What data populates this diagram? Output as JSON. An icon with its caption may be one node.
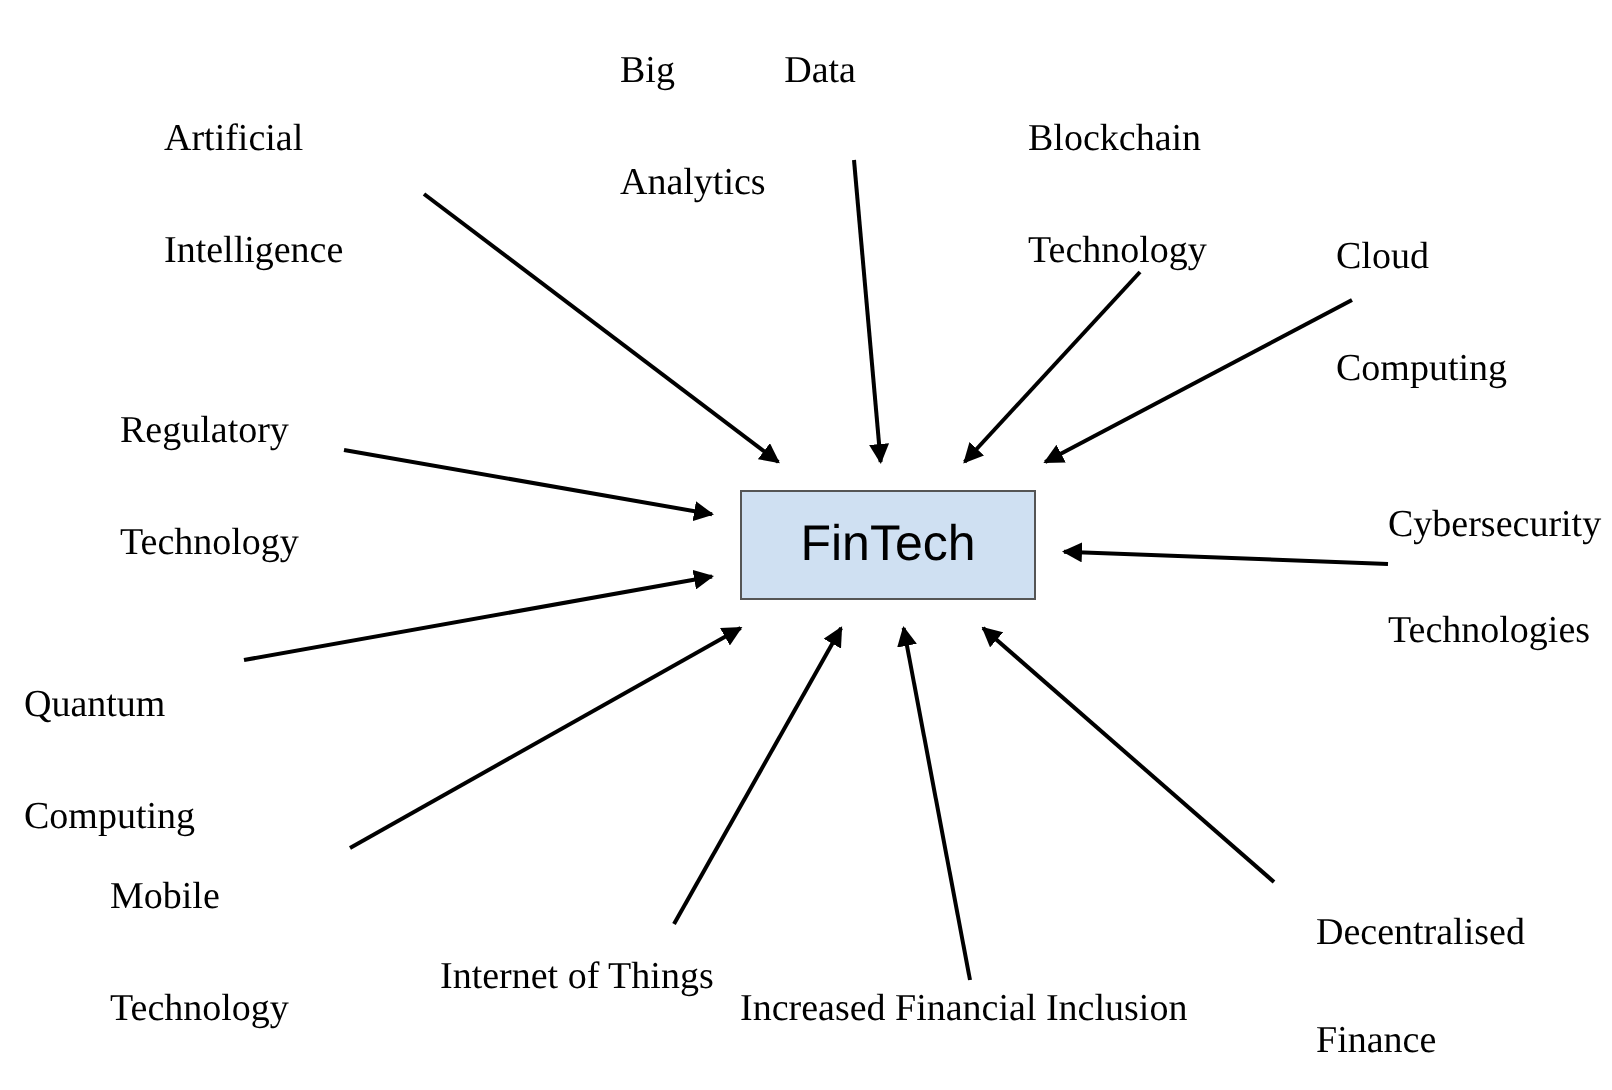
{
  "diagram": {
    "nodes": [
      {
        "text": [
          "FinTech"
        ]
      },
      {
        "text": [
          "Artificial Intelligence"
        ]
      },
      {
        "text": [
          "Big Data Analytics"
        ]
      },
      {
        "text": [
          "Blockchain Technology"
        ]
      },
      {
        "text": [
          "Cloud Computing"
        ]
      },
      {
        "text": [
          "Regulatory Technology"
        ]
      },
      {
        "text": [
          "Cybersecurity Technologies"
        ]
      },
      {
        "text": [
          "Quantum Computing"
        ]
      },
      {
        "text": [
          "Mobile Technology"
        ]
      },
      {
        "text": [
          "Internet of Things"
        ]
      },
      {
        "text": [
          "Increased Financial Inclusion"
        ]
      },
      {
        "text": [
          "Decentralised Finance"
        ]
      }
    ],
    "edges": [
      {
        "from": 1,
        "to": 0,
        "arrow": "to"
      },
      {
        "from": 2,
        "to": 0,
        "arrow": "to"
      },
      {
        "from": 3,
        "to": 0,
        "arrow": "to"
      },
      {
        "from": 4,
        "to": 0,
        "arrow": "to"
      },
      {
        "from": 5,
        "to": 0,
        "arrow": "to"
      },
      {
        "from": 6,
        "to": 0,
        "arrow": "to"
      },
      {
        "from": 7,
        "to": 0,
        "arrow": "to"
      },
      {
        "from": 8,
        "to": 0,
        "arrow": "to"
      },
      {
        "from": 9,
        "to": 0,
        "arrow": "to"
      },
      {
        "from": 10,
        "to": 0,
        "arrow": "to"
      },
      {
        "from": 11,
        "to": 0,
        "arrow": "to"
      }
    ]
  }
}
